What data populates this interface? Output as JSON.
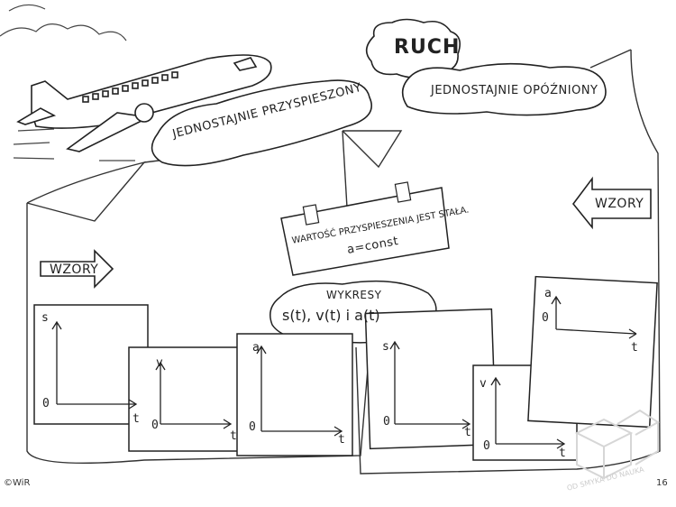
{
  "title": "RUCH",
  "cloud_left": "JEDNOSTAJNIE PRZYSPIESZONY",
  "cloud_right": "JEDNOSTAJNIE OPÓŹNIONY",
  "note_line1": "WARTOŚĆ PRZYSPIESZENIA JEST STAŁA.",
  "note_line2": "a=const",
  "wykresy_title": "WYKRESY",
  "wykresy_formula": "s(t), v(t) i a(t)",
  "wzory_left": "WZORY",
  "wzory_right": "WZORY",
  "axis_s": "s",
  "axis_v": "v",
  "axis_a": "a",
  "axis_t": "t",
  "origin": "0",
  "footer_left": "©WiR",
  "page_number": "16",
  "watermark": "OD SMYKA DO NAUKA"
}
